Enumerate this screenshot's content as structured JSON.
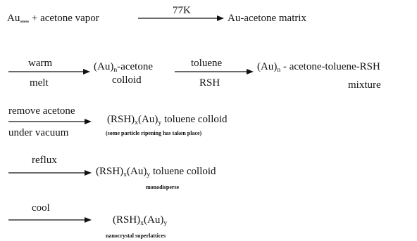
{
  "row1": {
    "reactant": "Au",
    "reactant_sub": "atoms",
    "plus_text": "+ acetone vapor",
    "arrow_top": "77K",
    "product": "Au-acetone matrix"
  },
  "row2": {
    "arrow1_top": "warm",
    "arrow1_bottom": "melt",
    "product1": "(Au)",
    "product1_sub": "n",
    "product1_rest": "-acetone",
    "product1_line2": "colloid",
    "arrow2_top": "toluene",
    "arrow2_bottom": "RSH",
    "product2": "(Au)",
    "product2_sub": "n",
    "product2_rest": " - acetone-toluene-RSH",
    "product2_line2": "mixture"
  },
  "row3": {
    "arrow_top": "remove acetone",
    "arrow_bottom": "under vacuum",
    "product_a": "(RSH)",
    "product_sub_a": "x",
    "product_b": "(Au)",
    "product_sub_b": "y",
    "product_rest": " toluene colloid",
    "note": "(some particle ripening has taken place)"
  },
  "row4": {
    "arrow_top": "reflux",
    "product_a": "(RSH)",
    "product_sub_a": "x",
    "product_b": "(Au)",
    "product_sub_b": "y",
    "product_rest": " toluene colloid",
    "note": "monodisperse"
  },
  "row5": {
    "arrow_top": "cool",
    "product_a": "(RSH)",
    "product_sub_a": "x",
    "product_b": "(Au)",
    "product_sub_b": "y",
    "note": "nanocrystal superlattices"
  }
}
